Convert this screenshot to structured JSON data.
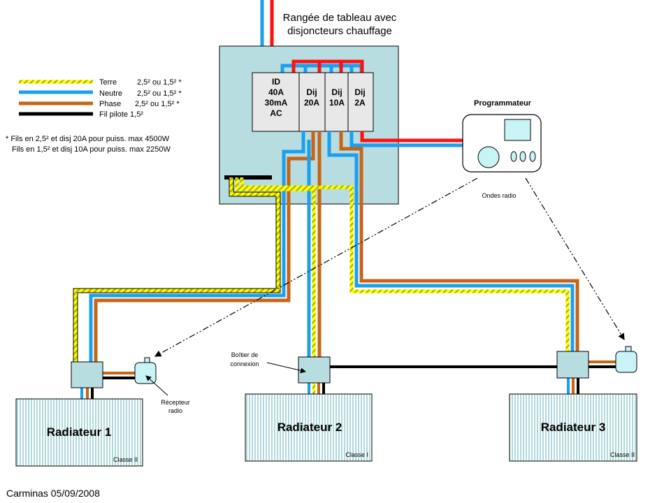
{
  "title": {
    "line1": "Rangée de tableau avec",
    "line2": "disjoncteurs chauffage"
  },
  "colors": {
    "terre_stripe": "#ffff00",
    "terre_dash": "#a0a000",
    "neutre": "#1aa0f0",
    "phase": "#c86414",
    "fil_pilote": "#000000",
    "alimentation_phase": "#ff1010",
    "panel_fill": "#b8dde0",
    "breaker_fill": "#e8e8e8",
    "radiator_stripe": "#b0d8dc",
    "device_fill": "#c8f4f8"
  },
  "legend": {
    "items": [
      {
        "name": "Terre",
        "spec": "2,5² ou 1,5² *"
      },
      {
        "name": "Neutre",
        "spec": "2,5² ou 1,5² *"
      },
      {
        "name": "Phase",
        "spec": "2,5² ou 1,5² *"
      },
      {
        "name": "Fil pilote 1,5²",
        "spec": ""
      }
    ],
    "note1": "* Fils en 2,5² et disj 20A pour puiss. max 4500W",
    "note2": "Fils en 1,5² et disj 10A pour puiss. max 2250W"
  },
  "breakers": [
    {
      "lines": [
        "ID",
        "40A",
        "30mA",
        "AC"
      ]
    },
    {
      "lines": [
        "Dij",
        "20A"
      ]
    },
    {
      "lines": [
        "Dij",
        "10A"
      ]
    },
    {
      "lines": [
        "Dij",
        "2A"
      ]
    }
  ],
  "programmateur": {
    "label": "Programmateur",
    "waves_label": "Ondes radio"
  },
  "recepteur_label": [
    "Récepteur",
    "radio"
  ],
  "boitier_label": [
    "Boîtier de",
    "connexion"
  ],
  "radiators": [
    {
      "name": "Radiateur 1",
      "classe": "Classe II"
    },
    {
      "name": "Radiateur 2",
      "classe": "Classe I"
    },
    {
      "name": "Radiateur 3",
      "classe": "Classe II"
    }
  ],
  "footer": "Carminas 05/09/2008"
}
